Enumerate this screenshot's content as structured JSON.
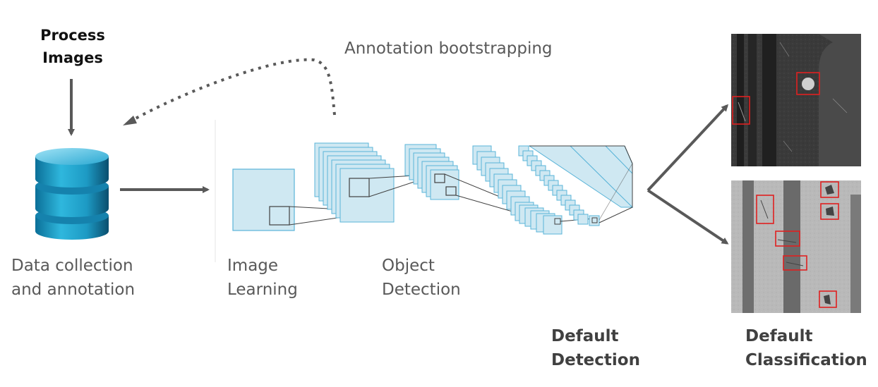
{
  "labels": {
    "process_images": [
      "Process",
      "Images"
    ],
    "annotation_bootstrapping": "Annotation bootstrapping",
    "data_collection": [
      "Data collection",
      "and annotation"
    ],
    "image_learning": [
      "Image",
      "Learning"
    ],
    "object_detection": [
      "Object",
      "Detection"
    ],
    "default_detection": [
      "Default",
      "Detection"
    ],
    "default_classification": [
      "Default",
      "Classification"
    ]
  },
  "colors": {
    "arrow": "#595959",
    "layer_fill": "#cfe8f2",
    "layer_stroke": "#5ab4d8",
    "database": "#1f9fc8",
    "detection_box": "#e02020"
  },
  "icons": [
    "database-icon",
    "dotted-feedback-arrow",
    "cnn-layers",
    "sem-micrograph"
  ]
}
